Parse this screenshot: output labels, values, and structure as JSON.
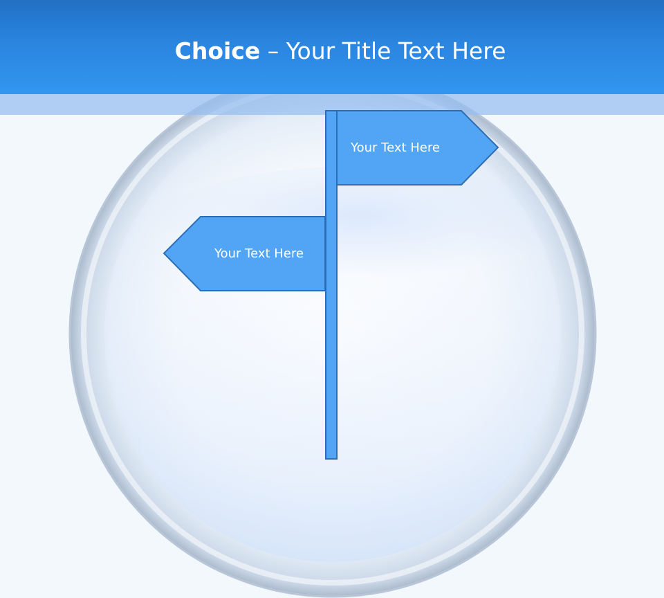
{
  "slide": {
    "title_bold": "Choice",
    "title_rest": " – Your Title Text Here"
  },
  "signpost": {
    "right_sign_label": "Your Text Here",
    "left_sign_label": "Your Text Here"
  },
  "colors": {
    "header": "#2a85df",
    "sign_fill": "#52a5f5",
    "sign_border": "#2d6db6",
    "background": "#f3f8fd"
  }
}
